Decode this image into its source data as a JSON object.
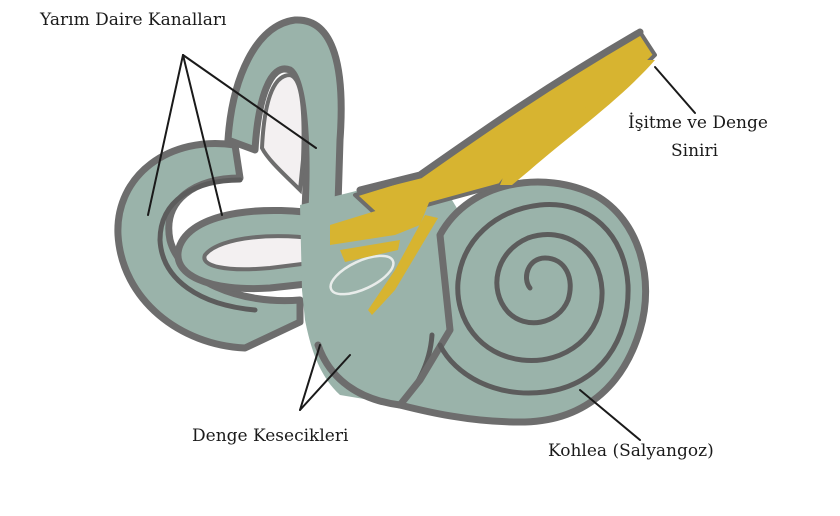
{
  "labels": {
    "semicircular_canals": "Yarım Daire Kanalları",
    "nerve_line1": "İşitme ve Denge",
    "nerve_line2": "Siniri",
    "vestibule": "Denge Kesecikleri",
    "cochlea": "Kohlea (Salyangoz)"
  },
  "colors": {
    "tissue": "#9ab3aa",
    "outline": "#6d6d6d",
    "nerve": "#d7b430",
    "canal_lumen": "#f3f0f1",
    "background": "#ffffff"
  }
}
